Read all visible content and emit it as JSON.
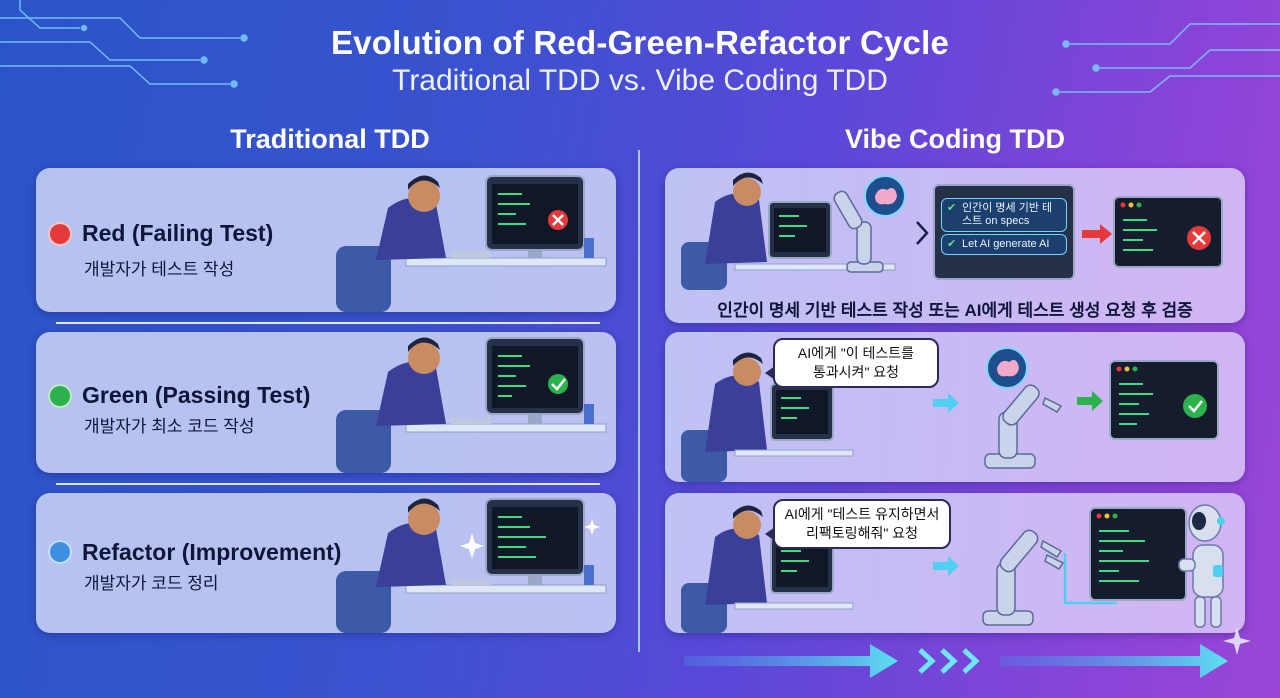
{
  "header": {
    "title": "Evolution of Red-Green-Refactor Cycle",
    "subtitle": "Traditional TDD vs. Vibe Coding TDD"
  },
  "columns": {
    "traditional": "Traditional TDD",
    "vibe": "Vibe Coding TDD"
  },
  "traditional_steps": [
    {
      "title": "Red (Failing Test)",
      "desc": "개발자가 테스트 작성",
      "color": "#e5393b",
      "status": "fail"
    },
    {
      "title": "Green (Passing Test)",
      "desc": "개발자가 최소 코드 작성",
      "color": "#2bb24c",
      "status": "pass"
    },
    {
      "title": "Refactor (Improvement)",
      "desc": "개발자가 코드 정리",
      "color": "#3d8fe0",
      "status": "sparkle"
    }
  ],
  "vibe_steps": {
    "red": {
      "options": [
        "인간이 명세 기반 테스트 on specs",
        "Let AI generate AI"
      ],
      "caption": "인간이 명세 기반 테스트 작성 또는 AI에게 테스트 생성 요청 후 검증"
    },
    "green": {
      "bubble": [
        "AI에게 \"이 테스트를",
        "통과시켜\" 요청"
      ]
    },
    "refactor": {
      "bubble": [
        "AI에게 \"테스트 유지하면서",
        "리팩토링해줘\" 요청"
      ]
    }
  },
  "colors": {
    "red": "#e5393b",
    "green": "#2bb24c",
    "blue": "#3d8fe0",
    "accent": "#5ce0f0"
  },
  "icons": [
    "x-icon",
    "check-icon",
    "sparkle-icon",
    "brain-icon",
    "robot-arm-icon",
    "robot-icon",
    "arrow-right-icon",
    "chevron-right-icon"
  ]
}
